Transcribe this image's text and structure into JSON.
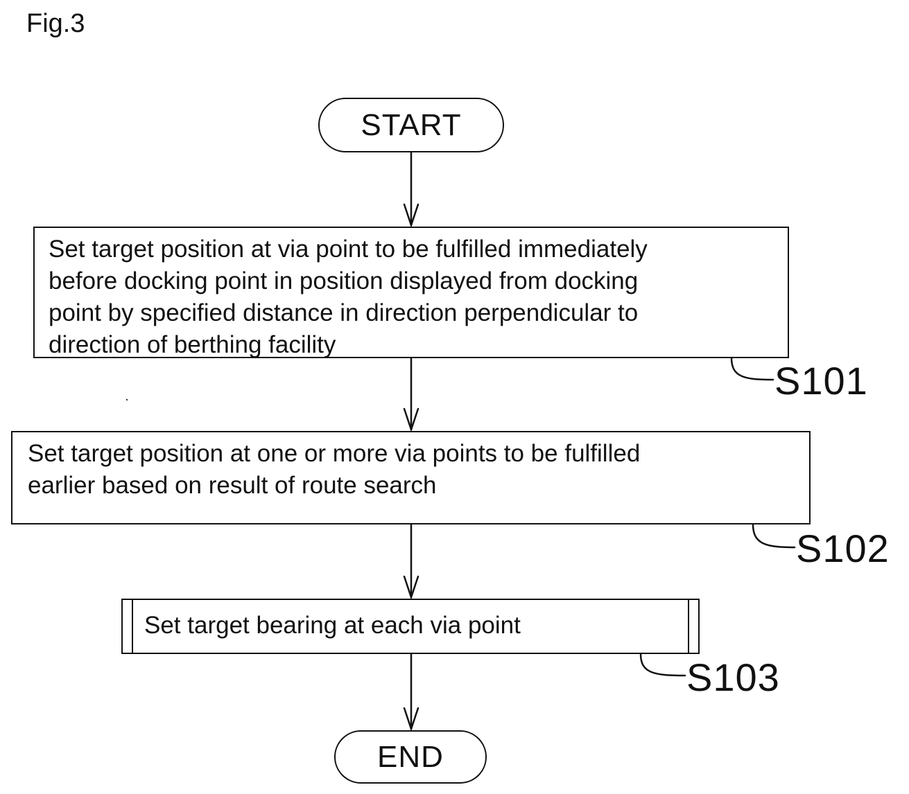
{
  "figure_label": "Fig.3",
  "start": "START",
  "end": "END",
  "steps": [
    {
      "id": "S101",
      "lines": [
        "Set target position at via point to be fulfilled immediately",
        "before docking point in position displayed from docking",
        "point by specified distance in direction perpendicular to",
        "direction of berthing facility"
      ]
    },
    {
      "id": "S102",
      "lines": [
        "Set target position at one or more via points to be fulfilled",
        "earlier based on result of route search"
      ]
    },
    {
      "id": "S103",
      "lines": [
        "Set target bearing at each via point"
      ]
    }
  ]
}
